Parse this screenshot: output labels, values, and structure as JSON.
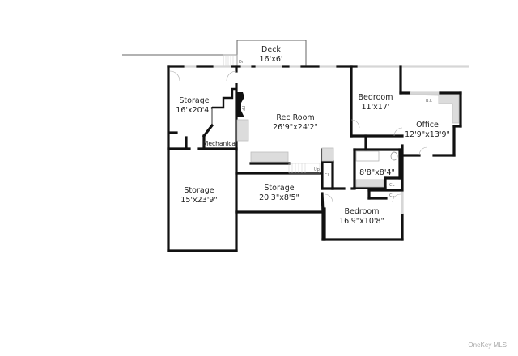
{
  "rooms": [
    {
      "name": "Deck",
      "dims": "16'x6'"
    },
    {
      "name": "Storage",
      "dims": "16'x20'4\""
    },
    {
      "name": "Rec Room",
      "dims": "26'9\"x24'2\""
    },
    {
      "name": "Bedroom",
      "dims": "11'x17'"
    },
    {
      "name": "Office",
      "dims": "12'9\"x13'9\""
    },
    {
      "name": "Storage",
      "dims": "15'x23'9\""
    },
    {
      "name": "Storage",
      "dims": "20'3\"x8'5\""
    },
    {
      "name": "Bedroom",
      "dims": "16'9\"x10'8\""
    },
    {
      "name": "",
      "dims": "8'8\"x8'4\""
    }
  ],
  "labels": {
    "mechanical": "Mechanical",
    "dn": "Dn",
    "up": "Up",
    "fp": "FP",
    "bi": "B.I.",
    "closet": "CL"
  },
  "watermark": "OneKey MLS"
}
